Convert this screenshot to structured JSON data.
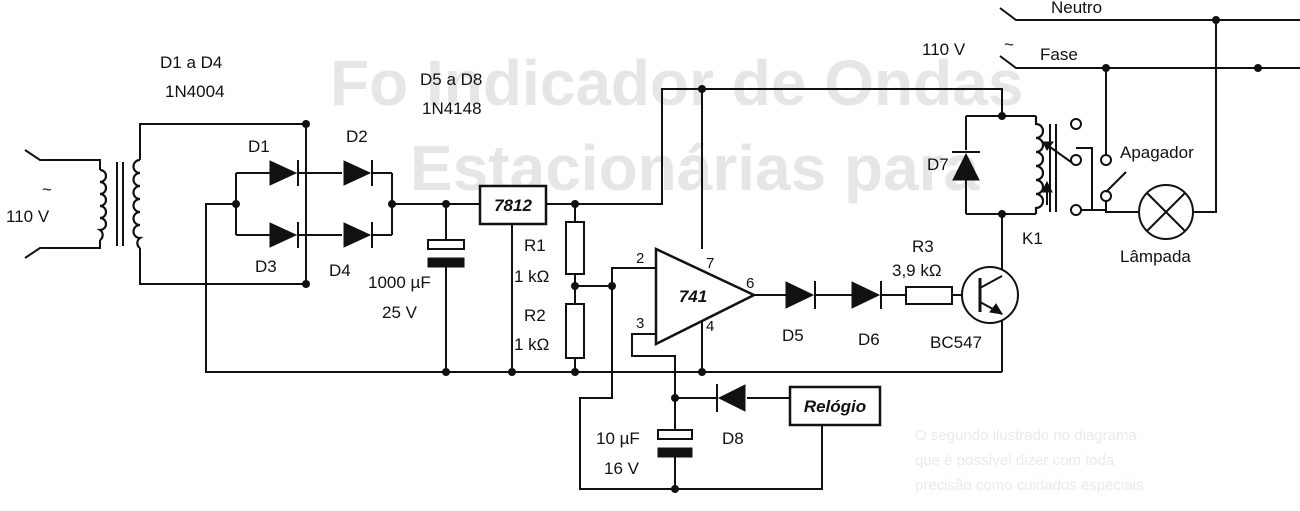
{
  "background_text": {
    "title_line1": "Fo Indicador de Ondas",
    "title_line2": "Estacionárias para",
    "paragraph": [
      "O segundo ilustrado no diagrama",
      "que é possível dizer com toda",
      "precisão como cuidados especiais"
    ]
  },
  "mains": {
    "neutro": "Neutro",
    "fase": "Fase",
    "voltage": "110 V",
    "ac_symbol": "~"
  },
  "input": {
    "voltage": "110 V",
    "ac_symbol": "~"
  },
  "rectifier": {
    "group_label": "D1 a D4",
    "part": "1N4004",
    "d1": "D1",
    "d2": "D2",
    "d3": "D3",
    "d4": "D4"
  },
  "signal_diodes": {
    "group_label": "D5 a D8",
    "part": "1N4148",
    "d5": "D5",
    "d6": "D6",
    "d7": "D7",
    "d8": "D8"
  },
  "filter_cap": {
    "value": "1000 µF",
    "voltage": "25 V"
  },
  "timing_cap": {
    "value": "10 µF",
    "voltage": "16 V"
  },
  "regulator": {
    "label": "7812"
  },
  "resistors": {
    "r1": "R1",
    "r1_value": "1 kΩ",
    "r2": "R2",
    "r2_value": "1 kΩ",
    "r3": "R3",
    "r3_value": "3,9 kΩ"
  },
  "opamp": {
    "label": "741",
    "pin2": "2",
    "pin3": "3",
    "pin4": "4",
    "pin6": "6",
    "pin7": "7"
  },
  "transistor": {
    "label": "BC547"
  },
  "relay": {
    "label": "K1"
  },
  "clock": {
    "label": "Relógio"
  },
  "switch": {
    "label": "Apagador"
  },
  "lamp": {
    "label": "Lâmpada"
  },
  "colors": {
    "ink": "#111111",
    "paper": "#ffffff"
  }
}
